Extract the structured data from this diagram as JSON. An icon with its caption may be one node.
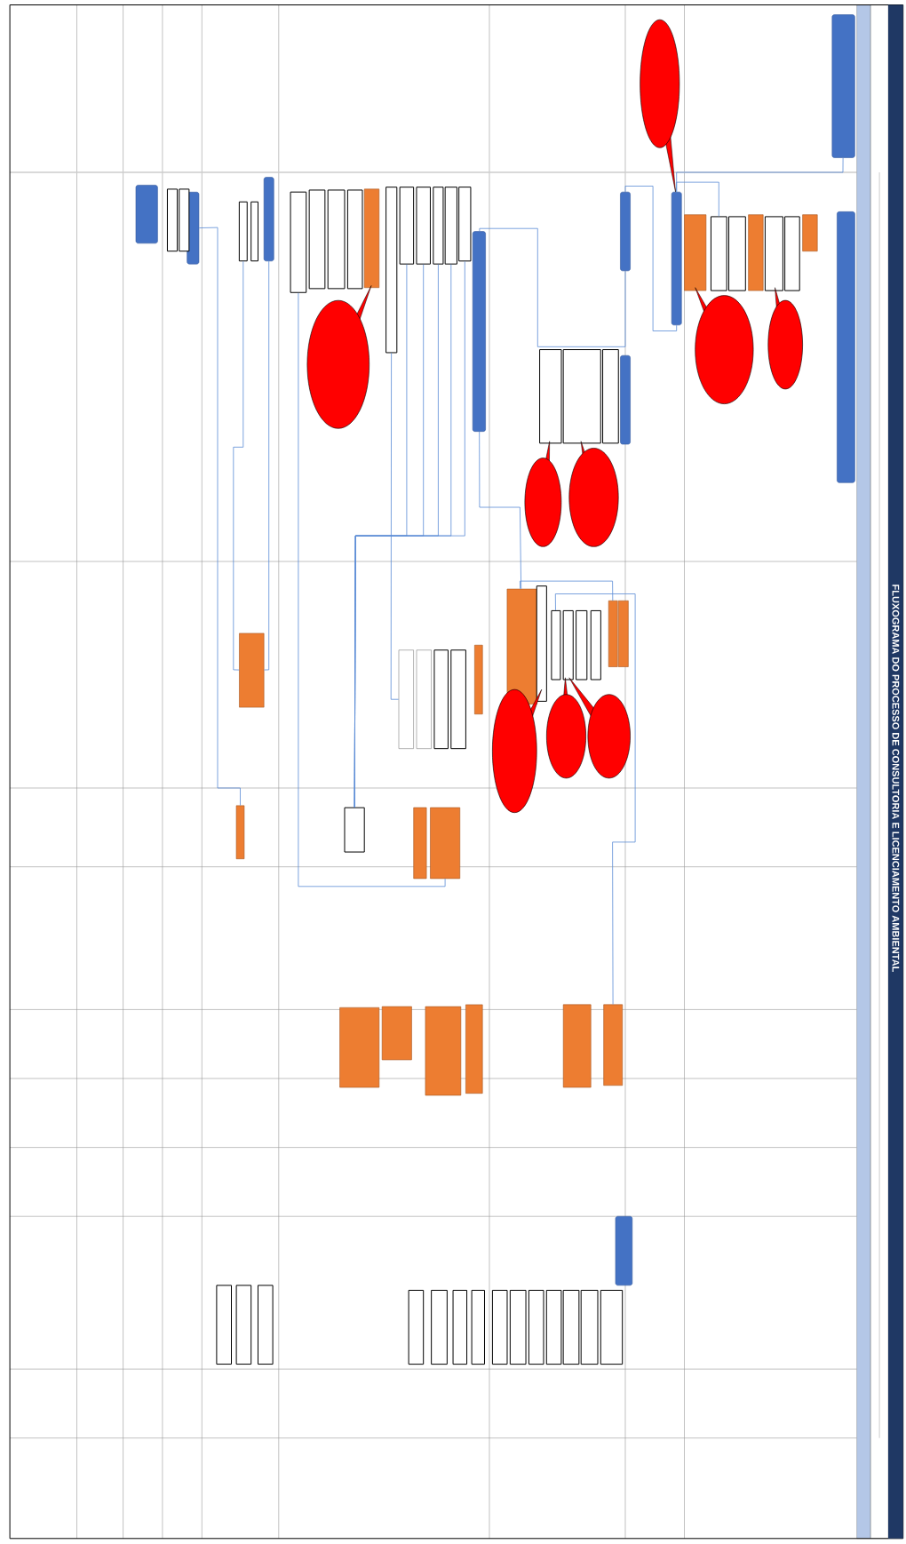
{
  "diagram": {
    "title": "FLUXOGRAMA DO PROCESSO DE CONSULTORIA E LICENCIAMENTO AMBIENTAL",
    "nodes": [
      {
        "text": [],
        "shape": "bar"
      },
      {
        "text": [],
        "shape": "callout"
      },
      {
        "text": [],
        "shape": "bar"
      },
      {
        "text": [],
        "shape": "bar"
      },
      {
        "text": [],
        "shape": "box"
      },
      {
        "text": [],
        "shape": "box"
      },
      {
        "text": [],
        "shape": "box"
      },
      {
        "text": [],
        "shape": "box"
      },
      {
        "text": [],
        "shape": "box"
      },
      {
        "text": [],
        "shape": "box"
      },
      {
        "text": [],
        "shape": "box"
      },
      {
        "text": [],
        "shape": "callout"
      },
      {
        "text": [],
        "shape": "callout"
      },
      {
        "text": [],
        "shape": "bar"
      },
      {
        "text": [],
        "shape": "bar"
      },
      {
        "text": [],
        "shape": "box"
      },
      {
        "text": [],
        "shape": "box"
      },
      {
        "text": [],
        "shape": "box"
      },
      {
        "text": [],
        "shape": "callout"
      },
      {
        "text": [],
        "shape": "callout"
      },
      {
        "text": [],
        "shape": "bar"
      },
      {
        "text": [],
        "shape": "box"
      },
      {
        "text": [],
        "shape": "box"
      },
      {
        "text": [],
        "shape": "box"
      },
      {
        "text": [],
        "shape": "box"
      },
      {
        "text": [],
        "shape": "box"
      },
      {
        "text": [],
        "shape": "box"
      },
      {
        "text": [],
        "shape": "box"
      },
      {
        "text": [],
        "shape": "box"
      },
      {
        "text": [],
        "shape": "box"
      },
      {
        "text": [],
        "shape": "box"
      },
      {
        "text": [],
        "shape": "box"
      },
      {
        "text": [],
        "shape": "callout"
      },
      {
        "text": [],
        "shape": "bar"
      },
      {
        "text": [],
        "shape": "box"
      },
      {
        "text": [],
        "shape": "box"
      },
      {
        "text": [],
        "shape": "bar"
      },
      {
        "text": [],
        "shape": "box"
      },
      {
        "text": [],
        "shape": "box"
      },
      {
        "text": [],
        "shape": "bar"
      },
      {
        "text": [],
        "shape": "box"
      },
      {
        "text": [],
        "shape": "box"
      },
      {
        "text": [],
        "shape": "box"
      },
      {
        "text": [],
        "shape": "box"
      },
      {
        "text": [],
        "shape": "box"
      },
      {
        "text": [],
        "shape": "box"
      },
      {
        "text": [],
        "shape": "box"
      },
      {
        "text": [],
        "shape": "box"
      },
      {
        "text": [],
        "shape": "callout"
      },
      {
        "text": [],
        "shape": "callout"
      },
      {
        "text": [],
        "shape": "callout"
      },
      {
        "text": [],
        "shape": "box"
      },
      {
        "text": [],
        "shape": "box"
      },
      {
        "text": [],
        "shape": "box"
      },
      {
        "text": [],
        "shape": "box"
      },
      {
        "text": [],
        "shape": "box"
      },
      {
        "text": [],
        "shape": "box"
      },
      {
        "text": [],
        "shape": "box"
      },
      {
        "text": [],
        "shape": "box"
      },
      {
        "text": [],
        "shape": "box"
      },
      {
        "text": [],
        "shape": "box"
      },
      {
        "text": [],
        "shape": "box"
      },
      {
        "text": [],
        "shape": "box"
      },
      {
        "text": [],
        "shape": "box"
      },
      {
        "text": [],
        "shape": "box"
      },
      {
        "text": [],
        "shape": "box"
      },
      {
        "text": [],
        "shape": "box"
      },
      {
        "text": [],
        "shape": "bar"
      },
      {
        "text": [],
        "shape": "box"
      },
      {
        "text": [],
        "shape": "box"
      },
      {
        "text": [],
        "shape": "box"
      },
      {
        "text": [],
        "shape": "box"
      },
      {
        "text": [],
        "shape": "box"
      },
      {
        "text": [],
        "shape": "box"
      },
      {
        "text": [],
        "shape": "box"
      },
      {
        "text": [],
        "shape": "box"
      },
      {
        "text": [],
        "shape": "box"
      },
      {
        "text": [],
        "shape": "box"
      },
      {
        "text": [],
        "shape": "box"
      },
      {
        "text": [],
        "shape": "box"
      },
      {
        "text": [],
        "shape": "box"
      },
      {
        "text": [],
        "shape": "box"
      }
    ],
    "edges": [
      {
        "from": 0,
        "to": 3,
        "arrow": "none"
      },
      {
        "from": 3,
        "to": 5,
        "arrow": "none"
      },
      {
        "from": 3,
        "to": 13,
        "arrow": "none"
      },
      {
        "from": 13,
        "to": 20,
        "arrow": "none"
      },
      {
        "from": 20,
        "to": 40,
        "arrow": "none"
      },
      {
        "from": 40,
        "to": 46,
        "arrow": "none"
      },
      {
        "from": 42,
        "to": 61,
        "arrow": "none"
      },
      {
        "from": 33,
        "to": 56,
        "arrow": "none"
      },
      {
        "from": 34,
        "to": 56,
        "arrow": "none"
      },
      {
        "from": 36,
        "to": 57,
        "arrow": "none"
      },
      {
        "from": 26,
        "to": 52,
        "arrow": "none"
      },
      {
        "from": 27,
        "to": 58,
        "arrow": "none"
      },
      {
        "from": 28,
        "to": 58,
        "arrow": "none"
      },
      {
        "from": 29,
        "to": 58,
        "arrow": "none"
      },
      {
        "from": 30,
        "to": 58,
        "arrow": "none"
      },
      {
        "from": 31,
        "to": 58,
        "arrow": "none"
      },
      {
        "from": 21,
        "to": 60,
        "arrow": "none"
      }
    ]
  }
}
